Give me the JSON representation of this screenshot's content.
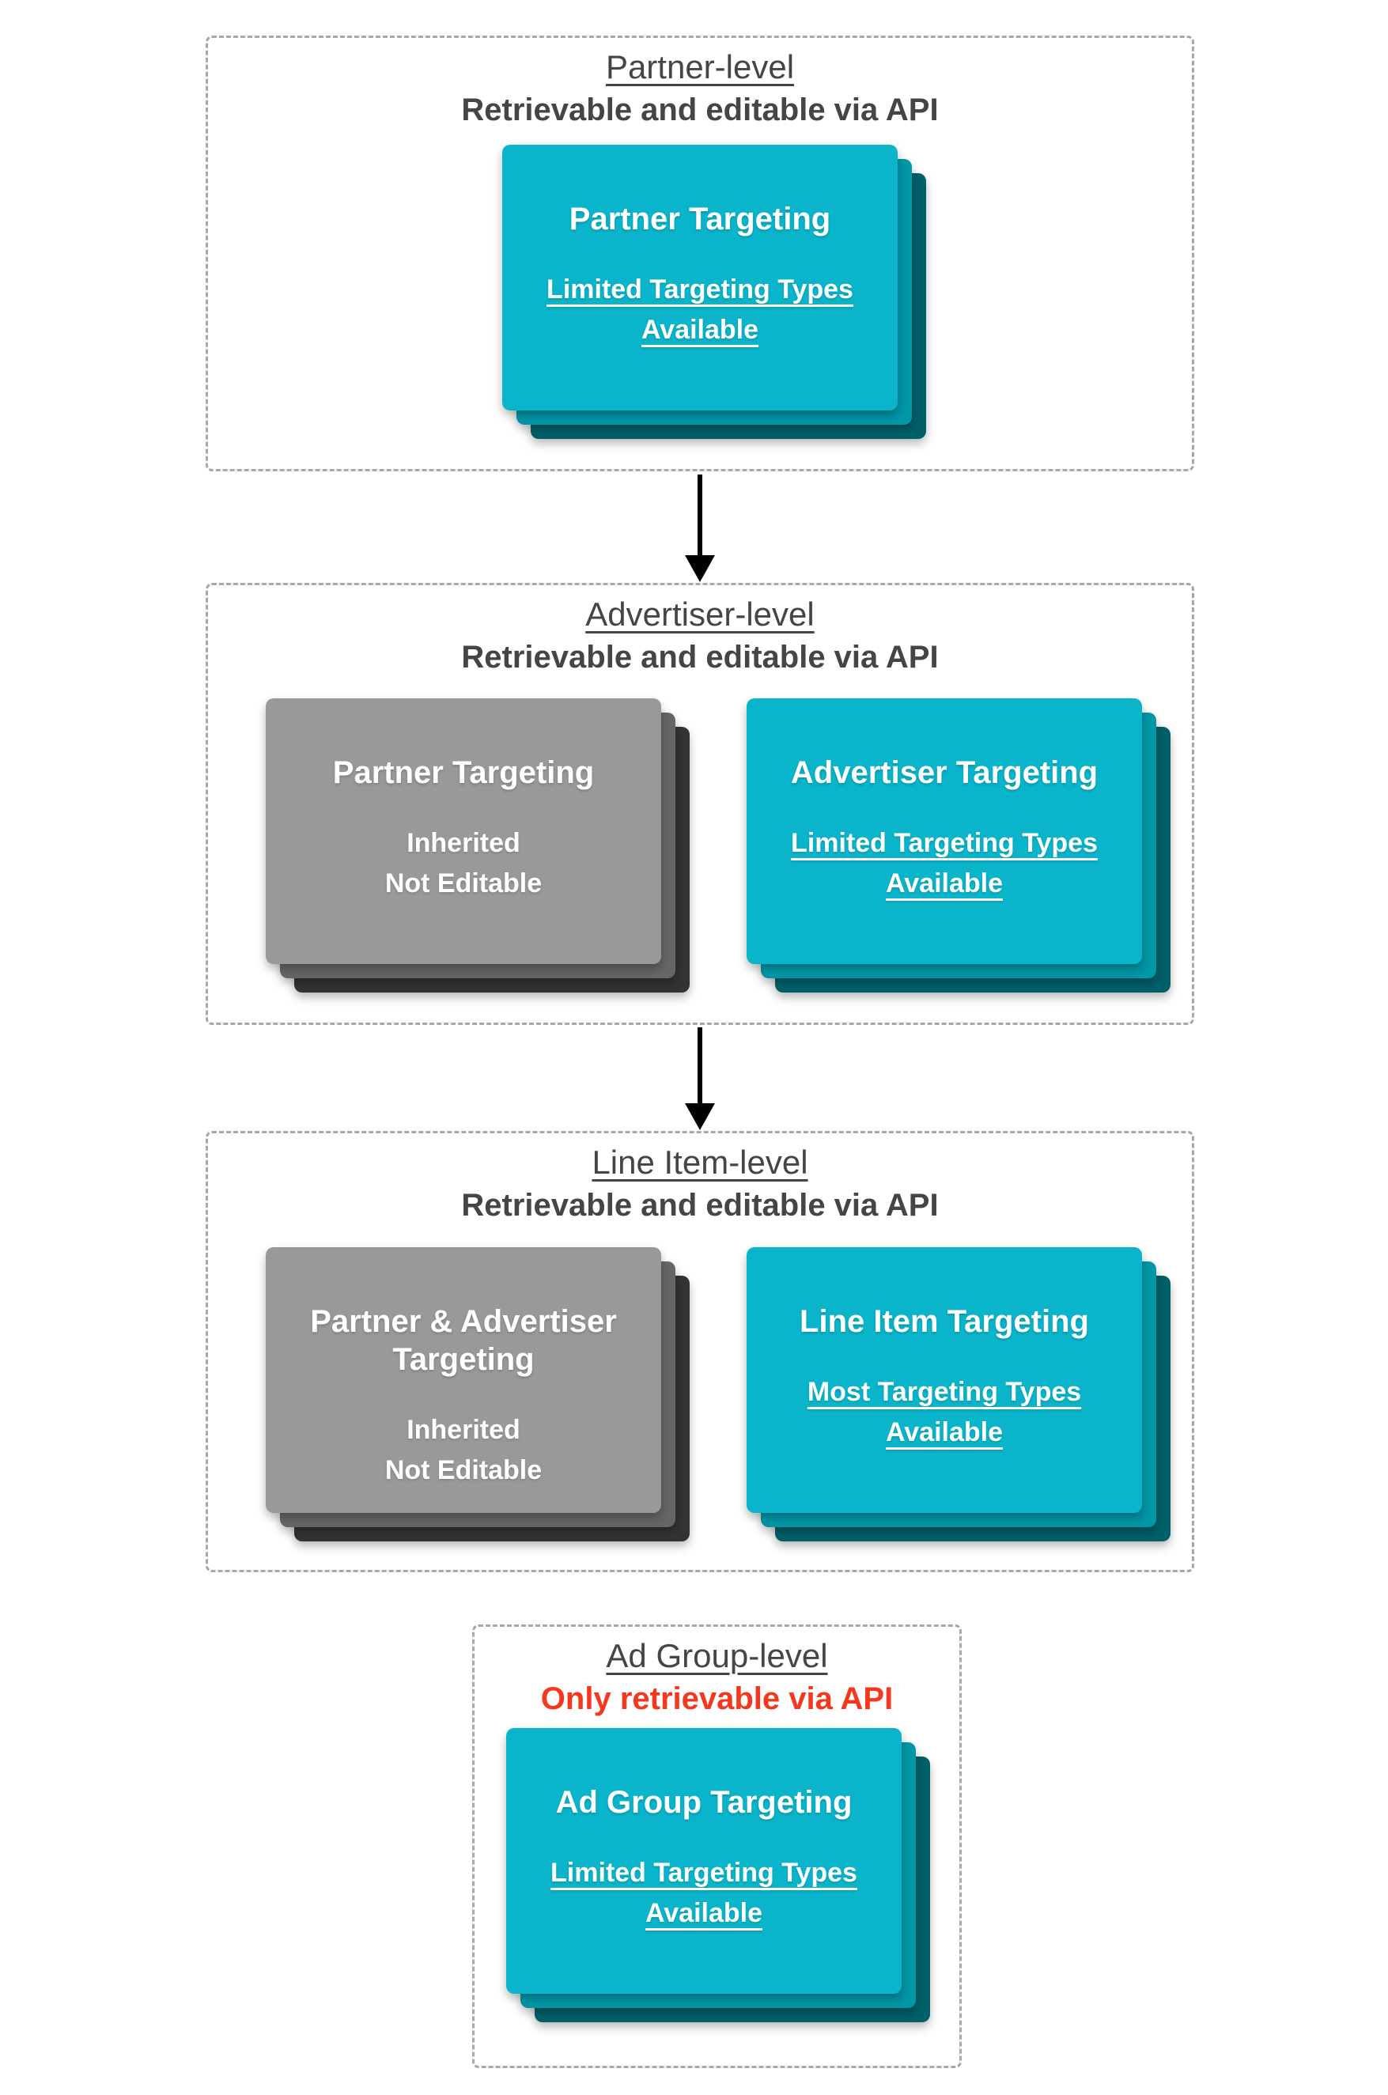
{
  "colors": {
    "section_border": "#a8a8a8",
    "title_text": "#454545",
    "red_text": "#f4371d",
    "cyan_front": "#0ab5cb",
    "cyan_mid": "#0097a7",
    "cyan_back": "#00606a",
    "gray_front": "#999999",
    "gray_mid": "#666666",
    "gray_back": "#333333",
    "arrow": "#000000",
    "card_text": "#ffffff"
  },
  "sections": [
    {
      "title": "Partner-level",
      "subtitle": "Retrievable and editable via API",
      "cards": [
        {
          "variant": "cyan",
          "title": "Partner Targeting",
          "subtitle_lines": [
            "Limited Targeting Types",
            "Available"
          ]
        }
      ]
    },
    {
      "title": "Advertiser-level",
      "subtitle": "Retrievable and editable via API",
      "cards": [
        {
          "variant": "gray",
          "title": "Partner Targeting",
          "subtitle_lines": [
            "Inherited",
            "Not Editable"
          ]
        },
        {
          "variant": "cyan",
          "title": "Advertiser Targeting",
          "subtitle_lines": [
            "Limited Targeting Types",
            "Available"
          ]
        }
      ]
    },
    {
      "title": "Line Item-level",
      "subtitle": "Retrievable and editable via API",
      "cards": [
        {
          "variant": "gray",
          "title": "Partner & Advertiser Targeting",
          "subtitle_lines": [
            "Inherited",
            "Not Editable"
          ]
        },
        {
          "variant": "cyan",
          "title": "Line Item Targeting",
          "subtitle_lines": [
            "Most Targeting Types",
            "Available"
          ]
        }
      ]
    },
    {
      "title": "Ad Group-level",
      "subtitle": "Only retrievable via API",
      "cards": [
        {
          "variant": "cyan",
          "title": "Ad Group Targeting",
          "subtitle_lines": [
            "Limited Targeting Types",
            "Available"
          ]
        }
      ]
    }
  ]
}
